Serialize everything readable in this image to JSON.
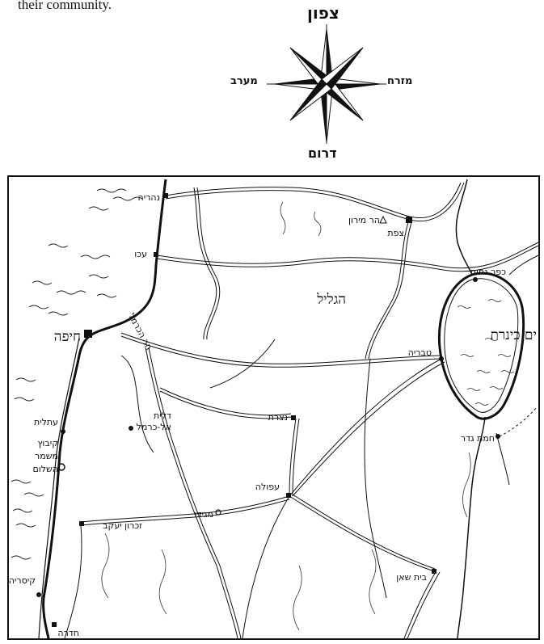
{
  "header": {
    "text": "their community."
  },
  "compass": {
    "north": "צפון",
    "south": "דרום",
    "east": "מזרח",
    "west": "מערב"
  },
  "regions": {
    "galilee": "הגליל",
    "sea": "ים כינרת"
  },
  "places": {
    "nahariya": "נהריה",
    "meron": "הר מירון",
    "tzfat": "צפת",
    "akko": "עכו",
    "kfar_nahum": "כפר נחום",
    "haifa": "חיפה",
    "carmel": "הר הכרמל",
    "tveria": "טבריה",
    "atlit": "עתלית",
    "daliyat": "דלית",
    "daliyat2": "אל-כרמל",
    "nazareth": "נצרת",
    "hamat_gader": "חמת גדר",
    "kibbutz1": "קיבוץ",
    "kibbutz2": "משמר",
    "kibbutz3": "השלום",
    "afula": "עפולה",
    "zichron": "זכרון יעקב",
    "megiddo": "מגידו",
    "caesarea": "קיסריה",
    "beit_shean": "בית שאן",
    "hadera": "חדרה"
  }
}
